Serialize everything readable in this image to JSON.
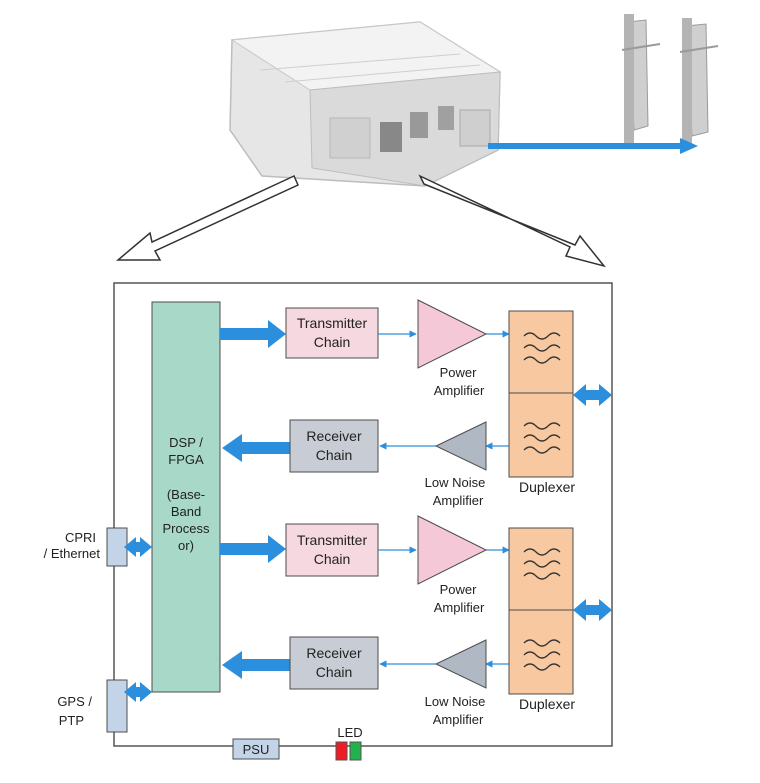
{
  "colors": {
    "dsp": "#a8d8c8",
    "chain_tx": "#f5d8e0",
    "chain_rx": "#c8ccd4",
    "amp_tx": "#f5c8d8",
    "amp_rx": "#b0b8c4",
    "duplexer": "#f8c9a0",
    "port": "#c4d4e8",
    "arrow": "#2b8fde",
    "outline": "#4d4d4d",
    "led_red": "#ee1c24",
    "led_green": "#22b14c"
  },
  "labels": {
    "dsp": [
      "DSP /",
      "FPGA",
      "",
      "(Base-",
      "Band",
      "Process",
      "or)"
    ],
    "tx_chain": [
      "Transmitter",
      "Chain"
    ],
    "rx_chain": [
      "Receiver",
      "Chain"
    ],
    "pa": [
      "Power",
      "Amplifier"
    ],
    "lna": [
      "Low Noise",
      "Amplifier"
    ],
    "duplexer": "Duplexer",
    "cpri": [
      "CPRI",
      "/ Ethernet"
    ],
    "gps": [
      "GPS /",
      "PTP"
    ],
    "psu": "PSU",
    "led": "LED"
  }
}
